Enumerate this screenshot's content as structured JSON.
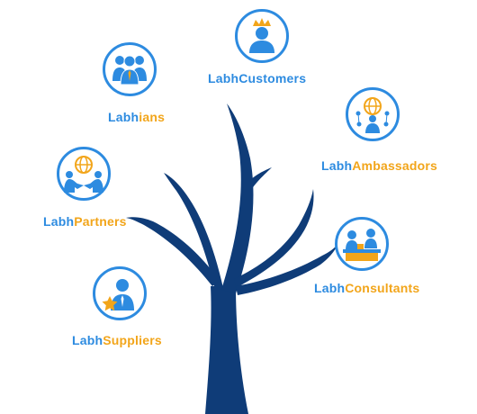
{
  "colors": {
    "blue": "#2d8be0",
    "gold": "#f2a51a",
    "trunk": "#0f3c78"
  },
  "nodes": {
    "customers": {
      "prefix": "Labh",
      "suffix": "Customers",
      "icon": "crowned-person-icon"
    },
    "labhians": {
      "prefix": "Labh",
      "suffix": "ians",
      "icon": "team-group-icon"
    },
    "ambassadors": {
      "prefix": "Labh",
      "suffix": "Ambassadors",
      "icon": "globe-network-person-icon"
    },
    "partners": {
      "prefix": "Labh",
      "suffix": "Partners",
      "icon": "handshake-globe-icon"
    },
    "consultants": {
      "prefix": "Labh",
      "suffix": "Consultants",
      "icon": "meeting-table-icon"
    },
    "suppliers": {
      "prefix": "Labh",
      "suffix": "Suppliers",
      "icon": "person-star-icon"
    }
  }
}
